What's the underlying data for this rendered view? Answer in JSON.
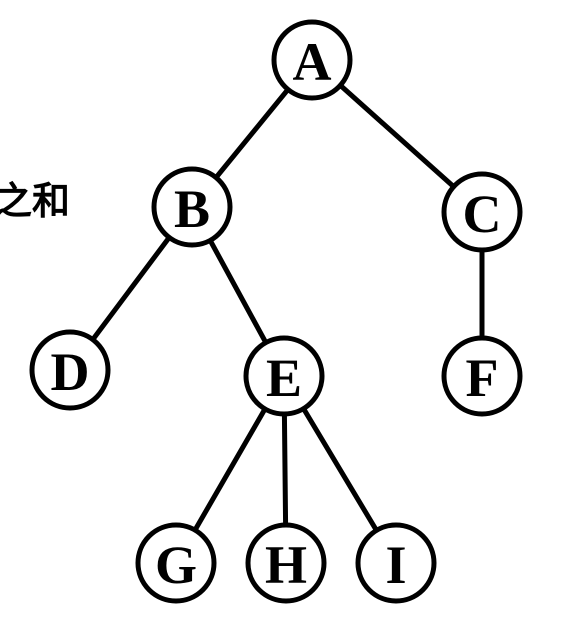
{
  "side_text": "之和",
  "colors": {
    "stroke": "#000000",
    "node_fill": "#ffffff",
    "background": "#ffffff"
  },
  "tree": {
    "nodes": [
      {
        "id": "A",
        "label": "A"
      },
      {
        "id": "B",
        "label": "B"
      },
      {
        "id": "C",
        "label": "C"
      },
      {
        "id": "D",
        "label": "D"
      },
      {
        "id": "E",
        "label": "E"
      },
      {
        "id": "F",
        "label": "F"
      },
      {
        "id": "G",
        "label": "G"
      },
      {
        "id": "H",
        "label": "H"
      },
      {
        "id": "I",
        "label": "I"
      }
    ],
    "edges": [
      {
        "from": "A",
        "to": "B"
      },
      {
        "from": "A",
        "to": "C"
      },
      {
        "from": "B",
        "to": "D"
      },
      {
        "from": "B",
        "to": "E"
      },
      {
        "from": "C",
        "to": "F"
      },
      {
        "from": "E",
        "to": "G"
      },
      {
        "from": "E",
        "to": "H"
      },
      {
        "from": "E",
        "to": "I"
      }
    ]
  }
}
